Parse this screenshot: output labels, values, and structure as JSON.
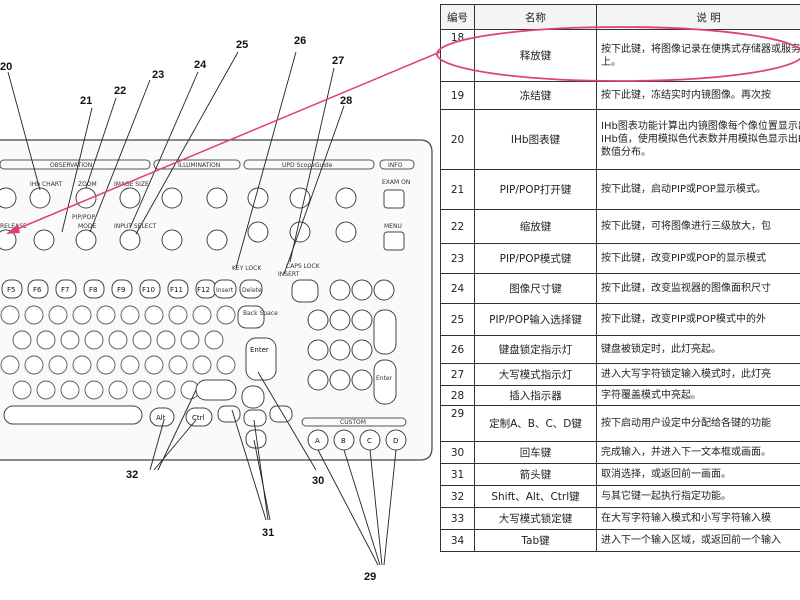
{
  "diagram": {
    "panel_labels": [
      "OBSERVATION",
      "ILLUMINATION",
      "UPD ScopeGuide",
      "INFO"
    ],
    "small_labels": {
      "pip_pop": "PIP/POP",
      "pip_chart": "IHb CHART",
      "zoom": "ZOOM",
      "image_size": "IMAGE SIZE",
      "release": "RELEASE",
      "mode": "MODE",
      "input_select": "INPUT SELECT",
      "key_lock": "KEY LOCK",
      "caps_lock": "CAPS LOCK",
      "insert_ind": "INSERT",
      "exam_on": "EXAM ON",
      "menu": "MENU",
      "custom": "CUSTOM"
    },
    "keys": {
      "f5": "F5",
      "f6": "F6",
      "f7": "F7",
      "f8": "F8",
      "f9": "F9",
      "f10": "F10",
      "f11": "F11",
      "f12": "F12",
      "insert": "Insert",
      "delete": "Delete",
      "back_space": "Back Space",
      "enter": "Enter",
      "enter2": "Enter",
      "alt": "Alt",
      "ctrl": "Ctrl",
      "custom_a": "A",
      "custom_b": "B",
      "custom_c": "C",
      "custom_d": "D"
    },
    "callouts": {
      "c20": "20",
      "c21": "21",
      "c22": "22",
      "c23": "23",
      "c24": "24",
      "c25": "25",
      "c26": "26",
      "c27": "27",
      "c28": "28",
      "c29": "29",
      "c30": "30",
      "c31": "31",
      "c32": "32"
    },
    "annotation_color": "#e0407a"
  },
  "table": {
    "headers": [
      "编号",
      "名称",
      "说 明"
    ],
    "rows": [
      {
        "num": "18",
        "name": "释放键",
        "desc": "按下此键，将图像记录在便携式存储器或服务器上。"
      },
      {
        "num": "19",
        "name": "冻结键",
        "desc": "按下此键，冻结实时内镜图像。再次按"
      },
      {
        "num": "20",
        "name": "IHb图表键",
        "desc": "IHb图表功能计算出内镜图像每个像位置显示出IHb值，使用模拟色代表数并用模拟色显示出IHb数值分布。"
      },
      {
        "num": "21",
        "name": "PIP/POP打开键",
        "desc": "按下此键，启动PIP或POP显示模式。"
      },
      {
        "num": "22",
        "name": "缩放键",
        "desc": "按下此键，可将图像进行三级放大，包"
      },
      {
        "num": "23",
        "name": "PIP/POP模式键",
        "desc": "按下此键，改变PIP或POP的显示模式"
      },
      {
        "num": "24",
        "name": "图像尺寸键",
        "desc": "按下此键，改变监视器的图像面积尺寸"
      },
      {
        "num": "25",
        "name": "PIP/POP输入选择键",
        "desc": "按下此键，改变PIP或POP模式中的外"
      },
      {
        "num": "26",
        "name": "键盘锁定指示灯",
        "desc": "键盘被锁定时，此灯亮起。"
      },
      {
        "num": "27",
        "name": "大写模式指示灯",
        "desc": "进入大写字符锁定输入模式时，此灯亮"
      },
      {
        "num": "28",
        "name": "插入指示器",
        "desc": "字符覆盖模式中亮起。"
      },
      {
        "num": "29",
        "name": "定制A、B、C、D键",
        "desc": "按下启动用户设定中分配给各键的功能"
      },
      {
        "num": "30",
        "name": "回车键",
        "desc": "完成输入，并进入下一文本框或画面。"
      },
      {
        "num": "31",
        "name": "箭头键",
        "desc": "取消选择，或返回前一画面。"
      },
      {
        "num": "32",
        "name": "Shift、Alt、Ctrl键",
        "desc": "与其它键一起执行指定功能。"
      },
      {
        "num": "33",
        "name": "大写模式锁定键",
        "desc": "在大写字符输入模式和小写字符输入模"
      },
      {
        "num": "34",
        "name": "Tab键",
        "desc": "进入下一个输入区域，或返回前一个输入"
      }
    ]
  }
}
